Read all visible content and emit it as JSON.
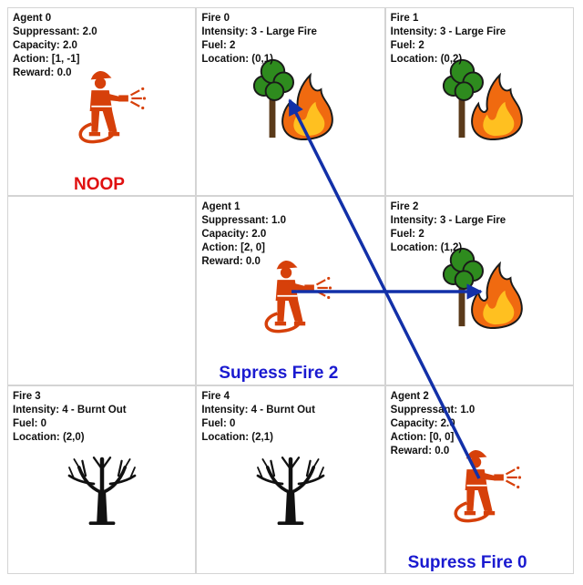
{
  "colors": {
    "grid_line": "#d4d4d4",
    "arrow": "#1230a8",
    "noop_label": "#e01010",
    "action_label": "#1a1ad0",
    "firefighter": "#d6400a",
    "tree_green": "#2e8b1e",
    "trunk": "#5a3a1a",
    "flame_outer": "#f06a10",
    "flame_inner": "#ffc020"
  },
  "cells": [
    {
      "id": "agent-0",
      "kind": "agent",
      "lines": [
        "Agent 0",
        "Suppressant: 2.0",
        "Capacity: 2.0",
        "Action: [1, -1]",
        "Reward: 0.0"
      ],
      "label": "NOOP",
      "label_color": "noop_label"
    },
    {
      "id": "fire-0",
      "kind": "fire",
      "lines": [
        "Fire 0",
        "Intensity: 3 - Large Fire",
        "Fuel: 2",
        "Location: (0,1)"
      ]
    },
    {
      "id": "fire-1",
      "kind": "fire",
      "lines": [
        "Fire 1",
        "Intensity: 3 - Large Fire",
        "Fuel: 2",
        "Location: (0,2)"
      ]
    },
    {
      "id": "empty-1-0",
      "kind": "empty",
      "lines": []
    },
    {
      "id": "agent-1",
      "kind": "agent",
      "lines": [
        "Agent 1",
        "Suppressant: 1.0",
        "Capacity: 2.0",
        "Action: [2, 0]",
        "Reward: 0.0"
      ],
      "label": "Supress Fire 2",
      "label_color": "action_label"
    },
    {
      "id": "fire-2",
      "kind": "fire",
      "lines": [
        "Fire 2",
        "Intensity: 3 - Large Fire",
        "Fuel: 2",
        "Location: (1,2)"
      ]
    },
    {
      "id": "fire-3",
      "kind": "burnt",
      "lines": [
        "Fire 3",
        "Intensity: 4 - Burnt Out",
        "Fuel: 0",
        "Location: (2,0)"
      ]
    },
    {
      "id": "fire-4",
      "kind": "burnt",
      "lines": [
        "Fire 4",
        "Intensity: 4 - Burnt Out",
        "Fuel: 0",
        "Location: (2,1)"
      ]
    },
    {
      "id": "agent-2",
      "kind": "agent",
      "lines": [
        "Agent 2",
        "Suppressant: 1.0",
        "Capacity: 2.0",
        "Action: [0, 0]",
        "Reward: 0.0"
      ],
      "label": "Supress Fire 0",
      "label_color": "action_label"
    }
  ],
  "arrows": [
    {
      "name": "arrow-agent-1-to-fire-2",
      "from": "agent-1",
      "to": "fire-2"
    },
    {
      "name": "arrow-agent-2-to-fire-0",
      "from": "agent-2",
      "to": "fire-0"
    }
  ]
}
